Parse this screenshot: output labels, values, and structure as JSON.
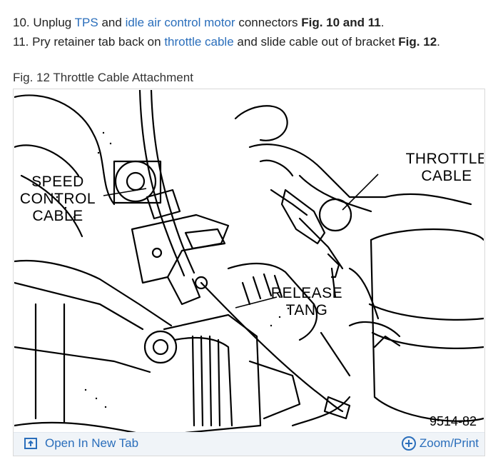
{
  "steps": [
    {
      "num": "10.",
      "pre": "Unplug",
      "link1": "TPS",
      "mid": "and",
      "link2": "idle air control motor",
      "post": "connectors",
      "bold": "Fig. 10 and 11",
      "end": "."
    },
    {
      "num": "11.",
      "pre": "Pry retainer tab back on",
      "link1": "throttle cable",
      "post": "and slide cable out of bracket",
      "bold": "Fig. 12",
      "end": "."
    }
  ],
  "figure": {
    "caption": "Fig. 12 Throttle Cable Attachment",
    "labels": {
      "speed_1": "SPEED",
      "speed_2": "CONTROL",
      "speed_3": "CABLE",
      "throttle_1": "THROTTLE",
      "throttle_2": "CABLE",
      "release_1": "RELEASE",
      "release_2": "TANG",
      "code": "9514-82"
    },
    "open_tab": "Open In New Tab",
    "zoom": "Zoom/Print"
  },
  "colors": {
    "link": "#2a6ebb",
    "bar_bg": "#f0f4f8"
  },
  "icons": {
    "open_tab": "open-in-new-tab-icon",
    "zoom": "zoom-plus-icon"
  }
}
